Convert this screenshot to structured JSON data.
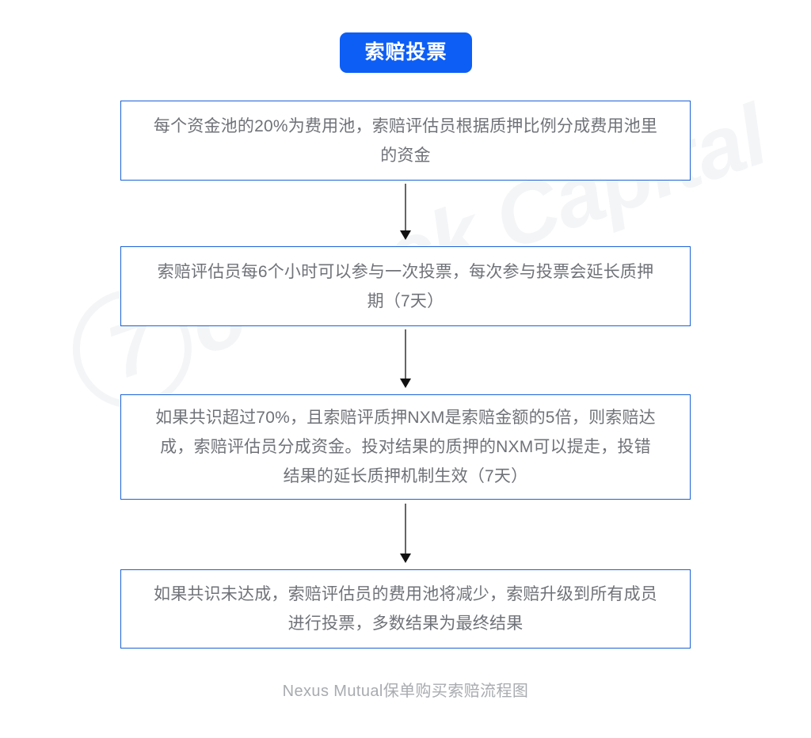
{
  "page": {
    "background_color": "#ffffff",
    "caption": "Nexus Mutual保单购买索赔流程图"
  },
  "watermark": {
    "logo_text": "7",
    "text": "o'Clock Capital",
    "color": "#f4f5f7"
  },
  "title": {
    "label": "索赔投票",
    "background_color": "#0d5ef5",
    "text_color": "#ffffff"
  },
  "flow": {
    "box_border_color": "#1a62d6",
    "box_text_color": "#6f7278",
    "arrow_line_color": "#666666",
    "arrow_head_color": "#111111",
    "steps": [
      {
        "id": "step-1",
        "text": "每个资金池的20%为费用池，索赔评估员根据质押比例分成费用池里的资金"
      },
      {
        "id": "step-2",
        "text": "索赔评估员每6个小时可以参与一次投票，每次参与投票会延长质押期（7天）"
      },
      {
        "id": "step-3",
        "text": "如果共识超过70%，且索赔评质押NXM是索赔金额的5倍，则索赔达成，索赔评估员分成资金。投对结果的质押的NXM可以提走，投错结果的延长质押机制生效（7天）"
      },
      {
        "id": "step-4",
        "text": "如果共识未达成，索赔评估员的费用池将减少，索赔升级到所有成员进行投票，多数结果为最终结果"
      }
    ],
    "connectors": [
      {
        "id": "arrow-1",
        "from": "step-1",
        "to": "step-2"
      },
      {
        "id": "arrow-2",
        "from": "step-2",
        "to": "step-3"
      },
      {
        "id": "arrow-3",
        "from": "step-3",
        "to": "step-4"
      }
    ]
  }
}
